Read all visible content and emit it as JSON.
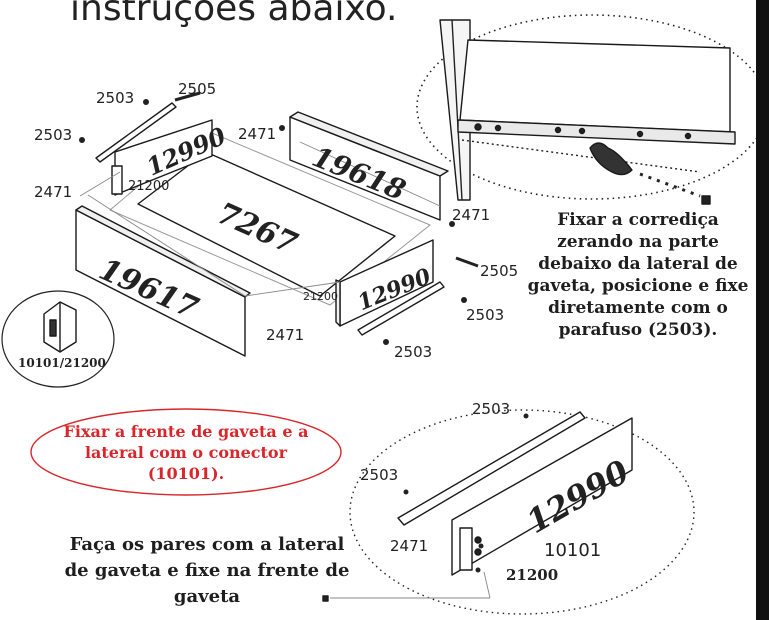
{
  "title": "instruções abaixo.",
  "parts": {
    "side_left": "12990",
    "side_right": "12990",
    "back": "19618",
    "front": "19617",
    "bottom": "7267",
    "detail_side": "12990"
  },
  "labels": {
    "l2503_a": "2503",
    "l2505_a": "2505",
    "l2503_b": "2503",
    "l2471_a": "2471",
    "l2471_b": "2471",
    "l21200_a": "21200",
    "l2471_c": "2471",
    "l2505_b": "2505",
    "l21200_b": "21200",
    "l2503_c": "2503",
    "l2471_d": "2471",
    "l2503_d": "2503",
    "l2503_e": "2503",
    "l2503_f": "2503",
    "l2471_e": "2471",
    "l10101": "10101",
    "l21200_c": "21200",
    "connector_ref": "10101/21200"
  },
  "notes": {
    "slide": "Fixar a corrediça zerando na parte debaixo da lateral de gaveta, posicione e fixe diretamente com o parafuso (2503).",
    "connector": "Fixar a frente de gaveta e a lateral com o conector (10101).",
    "pairs": "Faça os pares com a lateral de gaveta e fixe na frente de gaveta"
  },
  "colors": {
    "red_note": "#d8262b",
    "sidebar": "#111111"
  }
}
